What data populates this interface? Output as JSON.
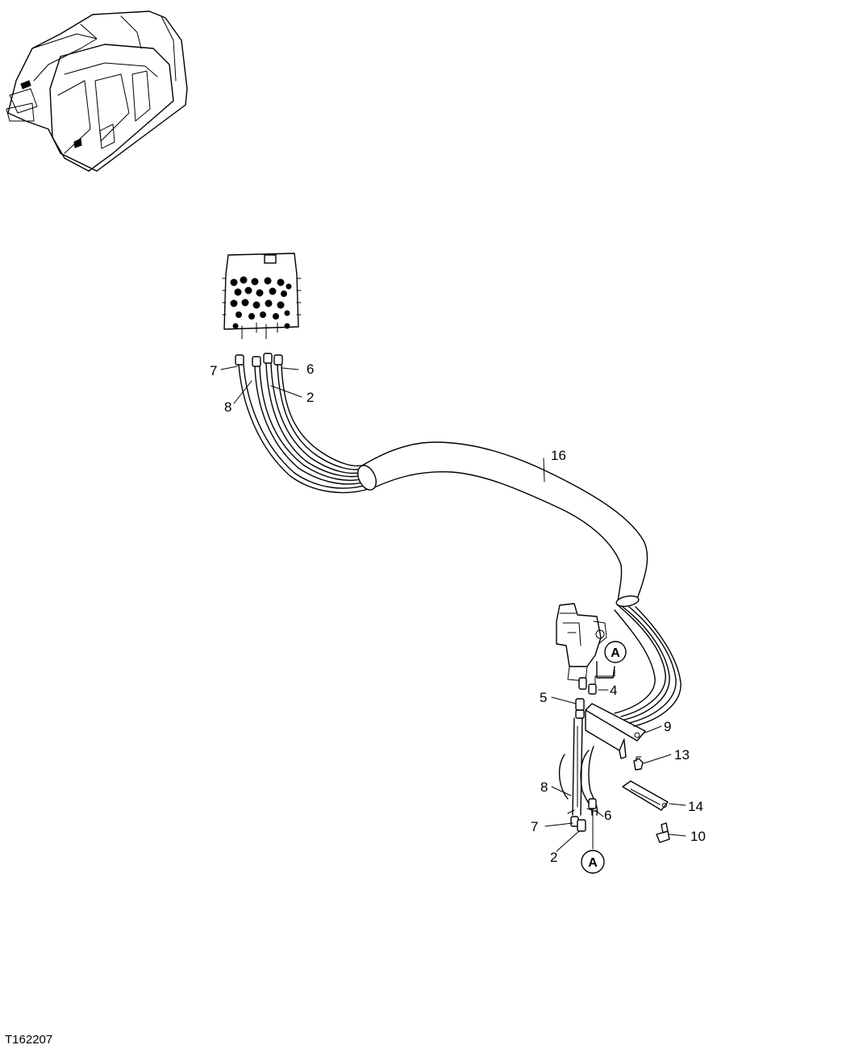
{
  "figure_id": "T162207",
  "view_marker": "A",
  "callouts": {
    "top_left_7": "7",
    "top_left_8": "8",
    "top_right_6": "6",
    "top_right_2": "2",
    "hose_16": "16",
    "right_4": "4",
    "right_5": "5",
    "right_9": "9",
    "right_13": "13",
    "right_8": "8",
    "right_6": "6",
    "right_14": "14",
    "right_7": "7",
    "right_10": "10",
    "right_2": "2"
  }
}
